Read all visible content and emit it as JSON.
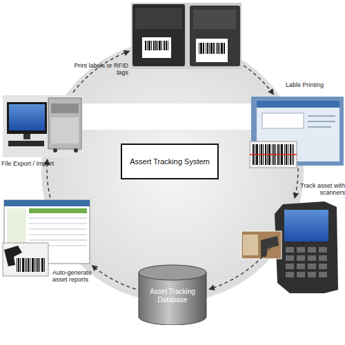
{
  "diagram": {
    "nodes": [
      {
        "text": [
          "Assert Tracking System"
        ]
      },
      {
        "text": [
          "Print labels or RFID tags"
        ]
      },
      {
        "text": [
          "Lable Printing"
        ]
      },
      {
        "text": [
          "Track asset with scanners"
        ]
      },
      {
        "text": [
          "Asset Tracking Database"
        ]
      },
      {
        "text": [
          "Auto-generate asset reports"
        ]
      },
      {
        "text": [
          "File Export / Import"
        ]
      }
    ],
    "edges": [
      {
        "from": 1,
        "to": 2,
        "arrow": "to"
      },
      {
        "from": 2,
        "to": 3,
        "arrow": "to"
      },
      {
        "from": 3,
        "to": 4,
        "arrow": "to"
      },
      {
        "from": 4,
        "to": 5,
        "arrow": "to"
      },
      {
        "from": 5,
        "to": 6,
        "arrow": "to"
      },
      {
        "from": 6,
        "to": 1,
        "arrow": "to"
      }
    ]
  }
}
